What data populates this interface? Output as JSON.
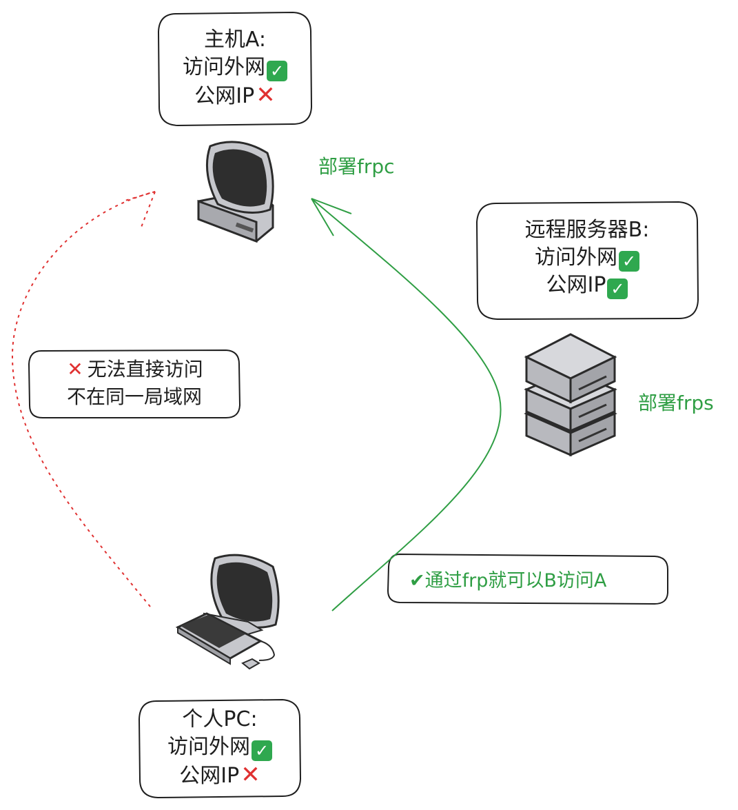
{
  "host_a": {
    "title": "主机A:",
    "line1": "访问外网",
    "line2": "公网IP",
    "line1_icon": "check-box-icon",
    "line2_icon": "cross-icon"
  },
  "server_b": {
    "title": "远程服务器B:",
    "line1": "访问外网",
    "line2": "公网IP",
    "line1_icon": "check-box-icon",
    "line2_icon": "check-box-icon"
  },
  "personal_pc": {
    "title": "个人PC:",
    "line1": "访问外网",
    "line2": "公网IP",
    "line1_icon": "check-box-icon",
    "line2_icon": "cross-icon"
  },
  "no_access_note": {
    "line1": "无法直接访问",
    "line2": "不在同一局域网",
    "icon": "cross-icon"
  },
  "frp_note": {
    "text": "✔通过frp就可以B访问A"
  },
  "deploy_frpc": "部署frpc",
  "deploy_frps": "部署frps",
  "colors": {
    "green": "#2f9e44",
    "red": "#e03131",
    "stroke": "#1e1e1e"
  }
}
